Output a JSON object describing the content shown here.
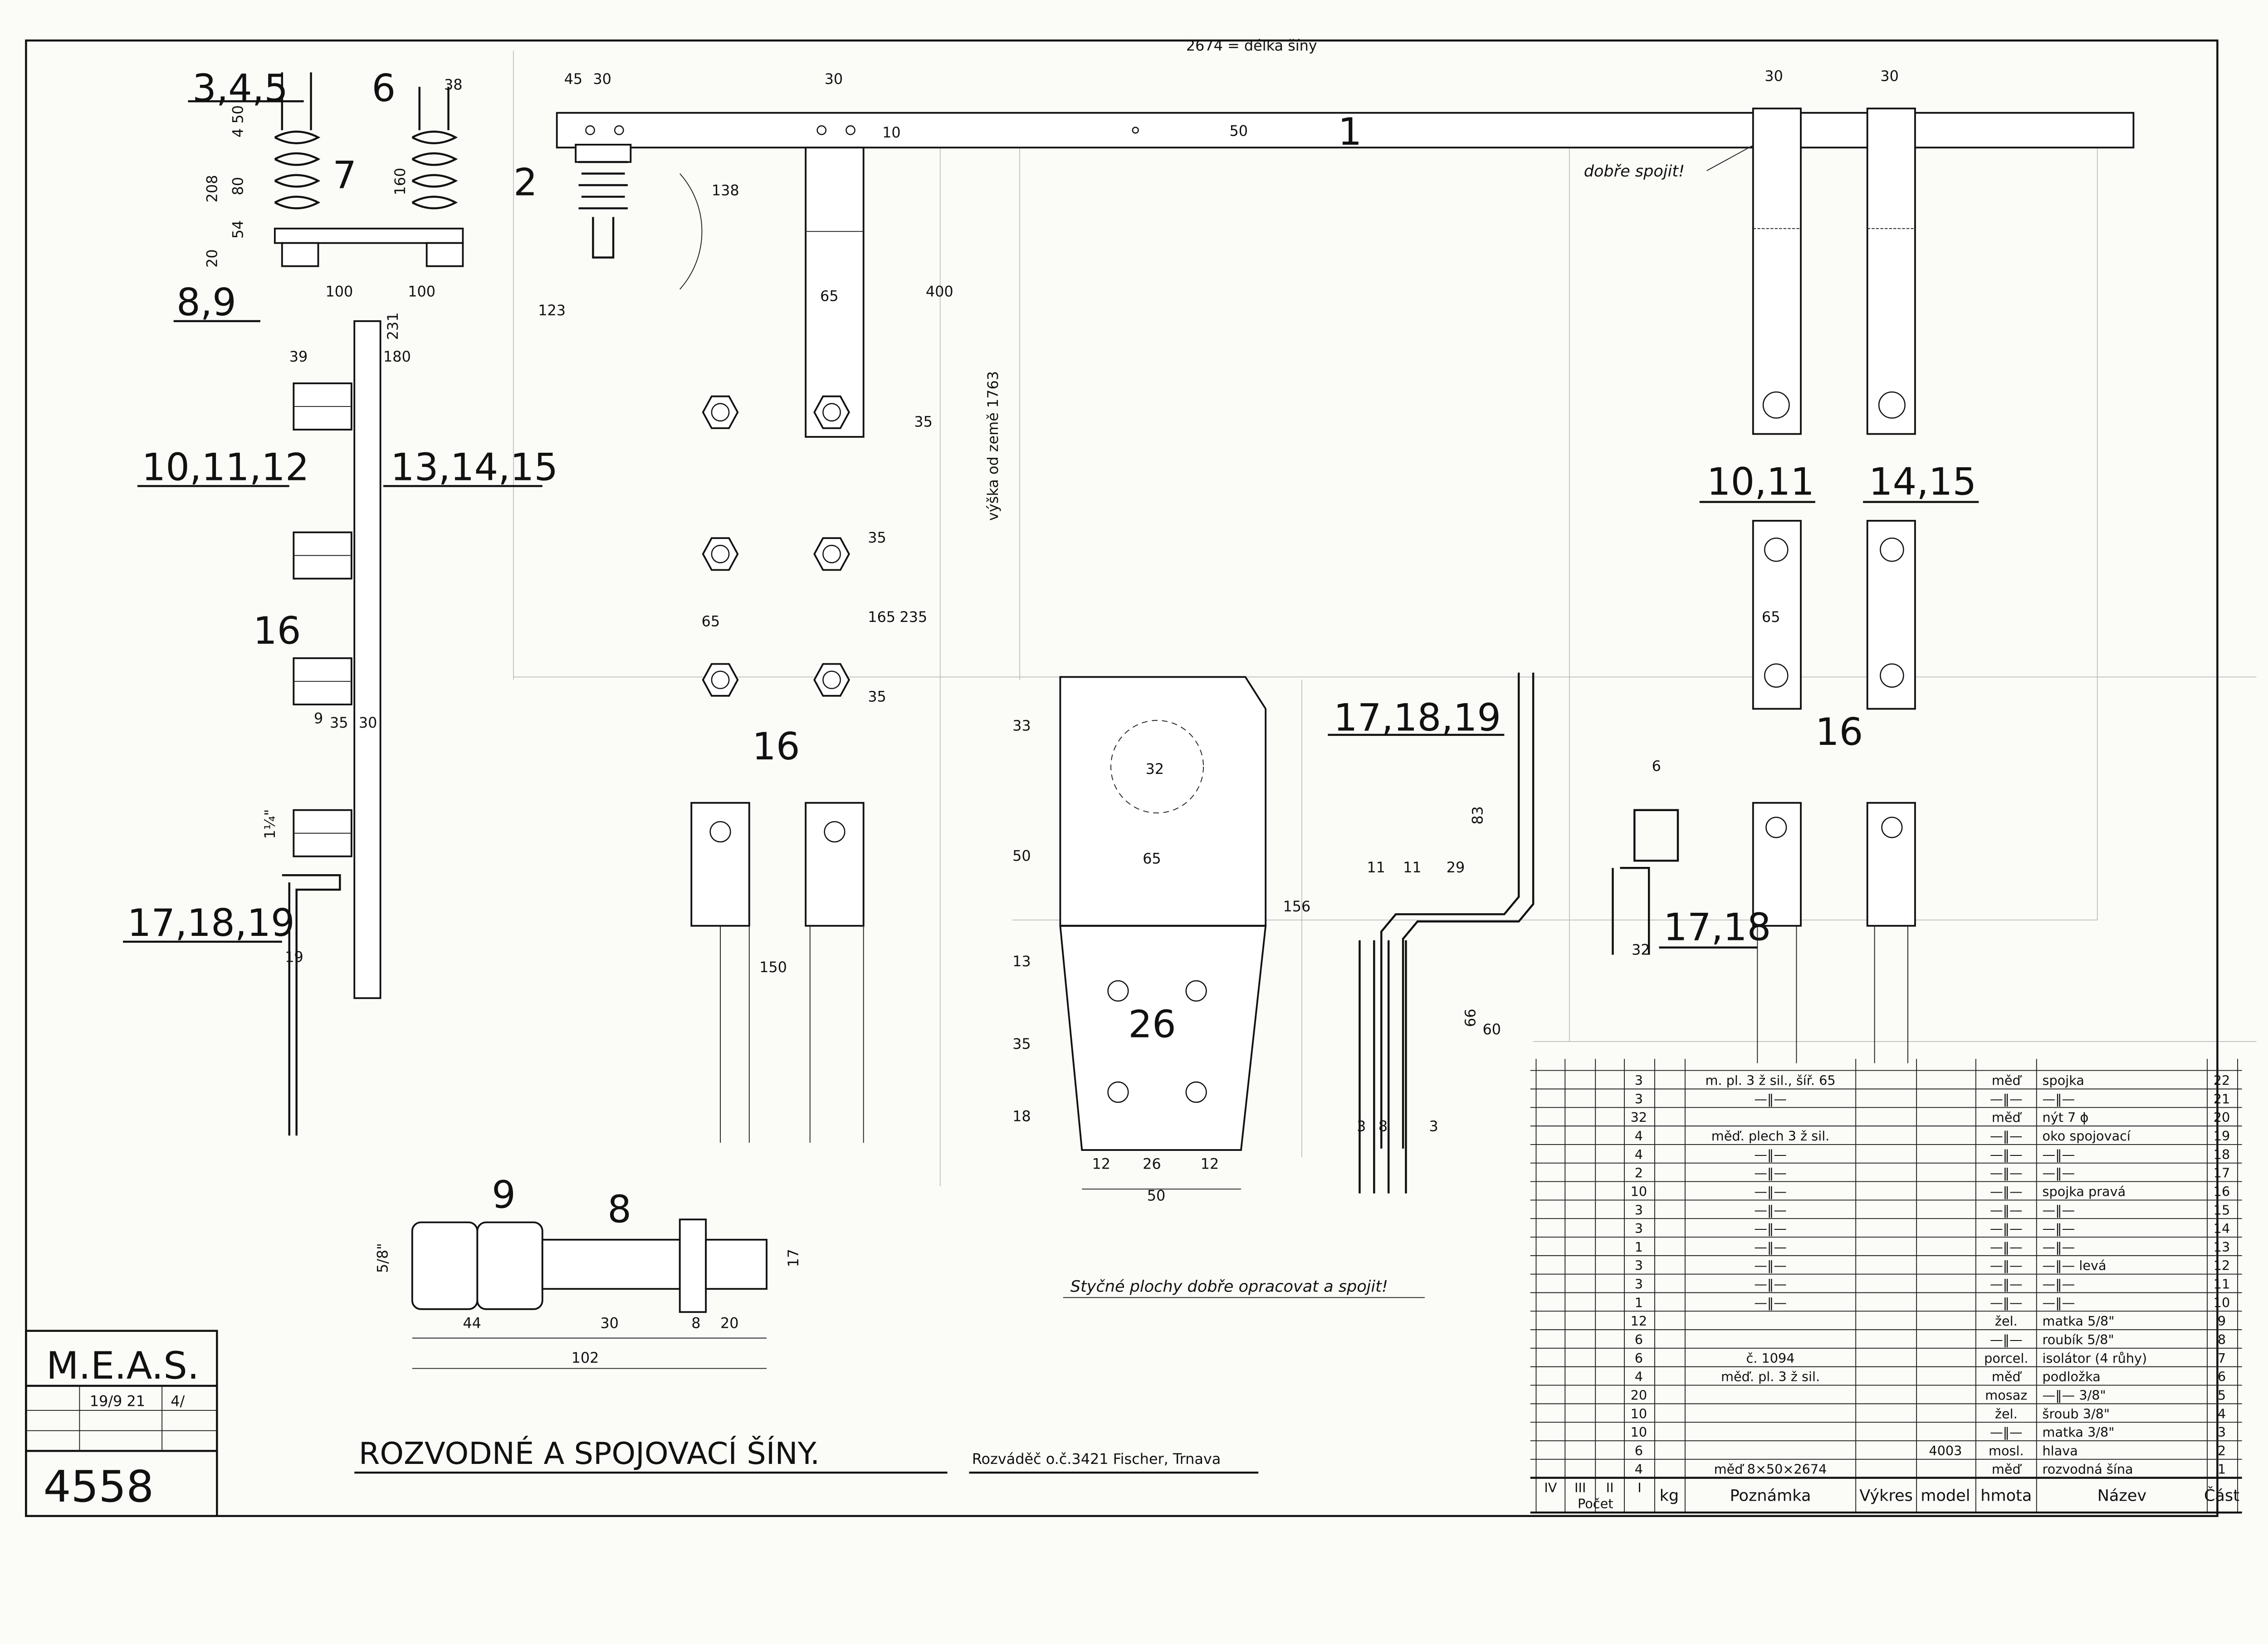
{
  "title_block": {
    "company": "M.E.A.S.",
    "date": "19/9 21",
    "sheet_mark": "4/",
    "drawing_number": "4558"
  },
  "title": {
    "main": "ROZVODNÉ A SPOJOVACÍ ŠÍNY.",
    "sub": "Rozváděč o.č.3421 Fischer, Trnava"
  },
  "notes": {
    "length_note": "2674 = délka šíny",
    "join_well": "dobře spojit!",
    "height_note": "výška od země 1763",
    "contact_note": "Styčné plochy dobře opracovat a spojit!"
  },
  "part_labels": {
    "p1": "1",
    "p2": "2",
    "p345": "3,4,5",
    "p6": "6",
    "p7": "7",
    "p89": "8,9",
    "p101112": "10,11,12",
    "p131415": "13,14,15",
    "p16_left": "16",
    "p16_mid": "16",
    "p16_right": "16",
    "p171819_left": "17,18,19",
    "p171819_mid": "17,18,19",
    "p1718_right": "17,18",
    "p1011_right": "10,11",
    "p1415_right": "14,15",
    "p26": "26",
    "p9_bolt": "9",
    "p8_bolt": "8"
  },
  "dimensions": {
    "d45": "45",
    "d30a": "30",
    "d30b": "30",
    "d30c": "30",
    "d30d": "30",
    "d10a": "10",
    "d50a": "50",
    "d138": "138",
    "d123": "123",
    "d65a": "65",
    "d400": "400",
    "d35a": "35",
    "d35b": "35",
    "d165": "165",
    "d235": "235",
    "d65b": "65",
    "d35c": "35",
    "d150": "150",
    "d208": "208",
    "d80": "80",
    "d450": "4 50",
    "d54": "54",
    "d20": "20",
    "d160": "160",
    "d100a": "100",
    "d100b": "100",
    "d231": "231",
    "d39": "39",
    "d180": "180",
    "d9": "9",
    "d35d": "35",
    "d30e": "30",
    "d1_4": "1¼\"",
    "d19": "19",
    "d38": "38",
    "d33": "33",
    "d32": "32",
    "d65c": "65",
    "d50b": "50",
    "d13": "13",
    "d35e": "35",
    "d18": "18",
    "d156": "156",
    "d12a": "12",
    "d26": "26",
    "d12b": "12",
    "d50c": "50",
    "d11a": "11",
    "d11b": "11",
    "d29": "29",
    "d83": "83",
    "d66": "66",
    "d60": "60",
    "d3a": "3",
    "d8a": "8",
    "d3b": "3",
    "d6": "6",
    "d32b": "32",
    "d65d": "65",
    "d5_8": "5/8\"",
    "d44": "44",
    "d30f": "30",
    "d8b": "8",
    "d20b": "20",
    "d102": "102",
    "d17": "17"
  },
  "parts_list": {
    "header": {
      "qty_cols": [
        "IV",
        "III",
        "II",
        "I"
      ],
      "qty_group": "Počet",
      "kg": "kg",
      "note": "Poznámka",
      "drawing": "Výkres",
      "model": "model",
      "material": "hmota",
      "name": "Název",
      "part": "Část"
    },
    "rows": [
      {
        "part": "22",
        "qty": "3",
        "note": "m. pl. 3 ž sil., šíř. 65",
        "model": "",
        "material": "měď",
        "name": "spojka"
      },
      {
        "part": "21",
        "qty": "3",
        "note": "—‖—",
        "model": "",
        "material": "—‖—",
        "name": "—‖—"
      },
      {
        "part": "20",
        "qty": "32",
        "note": "",
        "model": "",
        "material": "měď",
        "name": "nýt 7 ϕ"
      },
      {
        "part": "19",
        "qty": "4",
        "note": "měď. plech 3 ž sil.",
        "model": "",
        "material": "—‖—",
        "name": "oko spojovací"
      },
      {
        "part": "18",
        "qty": "4",
        "note": "—‖—",
        "model": "",
        "material": "—‖—",
        "name": "—‖—"
      },
      {
        "part": "17",
        "qty": "2",
        "note": "—‖—",
        "model": "",
        "material": "—‖—",
        "name": "—‖—"
      },
      {
        "part": "16",
        "qty": "10",
        "note": "—‖—",
        "model": "",
        "material": "—‖—",
        "name": "spojka pravá"
      },
      {
        "part": "15",
        "qty": "3",
        "note": "—‖—",
        "model": "",
        "material": "—‖—",
        "name": "—‖—"
      },
      {
        "part": "14",
        "qty": "3",
        "note": "—‖—",
        "model": "",
        "material": "—‖—",
        "name": "—‖—"
      },
      {
        "part": "13",
        "qty": "1",
        "note": "—‖—",
        "model": "",
        "material": "—‖—",
        "name": "—‖—"
      },
      {
        "part": "12",
        "qty": "3",
        "note": "—‖—",
        "model": "",
        "material": "—‖—",
        "name": "—‖— levá"
      },
      {
        "part": "11",
        "qty": "3",
        "note": "—‖—",
        "model": "",
        "material": "—‖—",
        "name": "—‖—"
      },
      {
        "part": "10",
        "qty": "1",
        "note": "—‖—",
        "model": "",
        "material": "—‖—",
        "name": "—‖—"
      },
      {
        "part": "9",
        "qty": "12",
        "note": "",
        "model": "",
        "material": "žel.",
        "name": "matka 5/8\""
      },
      {
        "part": "8",
        "qty": "6",
        "note": "",
        "model": "",
        "material": "—‖—",
        "name": "roubík 5/8\""
      },
      {
        "part": "7",
        "qty": "6",
        "note": "č. 1094",
        "model": "",
        "material": "porcel.",
        "name": "isolátor (4 růhy)"
      },
      {
        "part": "6",
        "qty": "4",
        "note": "měď. pl. 3 ž sil.",
        "model": "",
        "material": "měď",
        "name": "podložka"
      },
      {
        "part": "5",
        "qty": "20",
        "note": "",
        "model": "",
        "material": "mosaz",
        "name": "—‖— 3/8\""
      },
      {
        "part": "4",
        "qty": "10",
        "note": "",
        "model": "",
        "material": "žel.",
        "name": "šroub 3/8\""
      },
      {
        "part": "3",
        "qty": "10",
        "note": "",
        "model": "",
        "material": "—‖—",
        "name": "matka 3/8\""
      },
      {
        "part": "2",
        "qty": "6",
        "note": "",
        "model": "4003",
        "material": "mosl.",
        "name": "hlava"
      },
      {
        "part": "1",
        "qty": "4",
        "note": "měď 8×50×2674",
        "model": "",
        "material": "měď",
        "name": "rozvodná šína"
      }
    ]
  }
}
